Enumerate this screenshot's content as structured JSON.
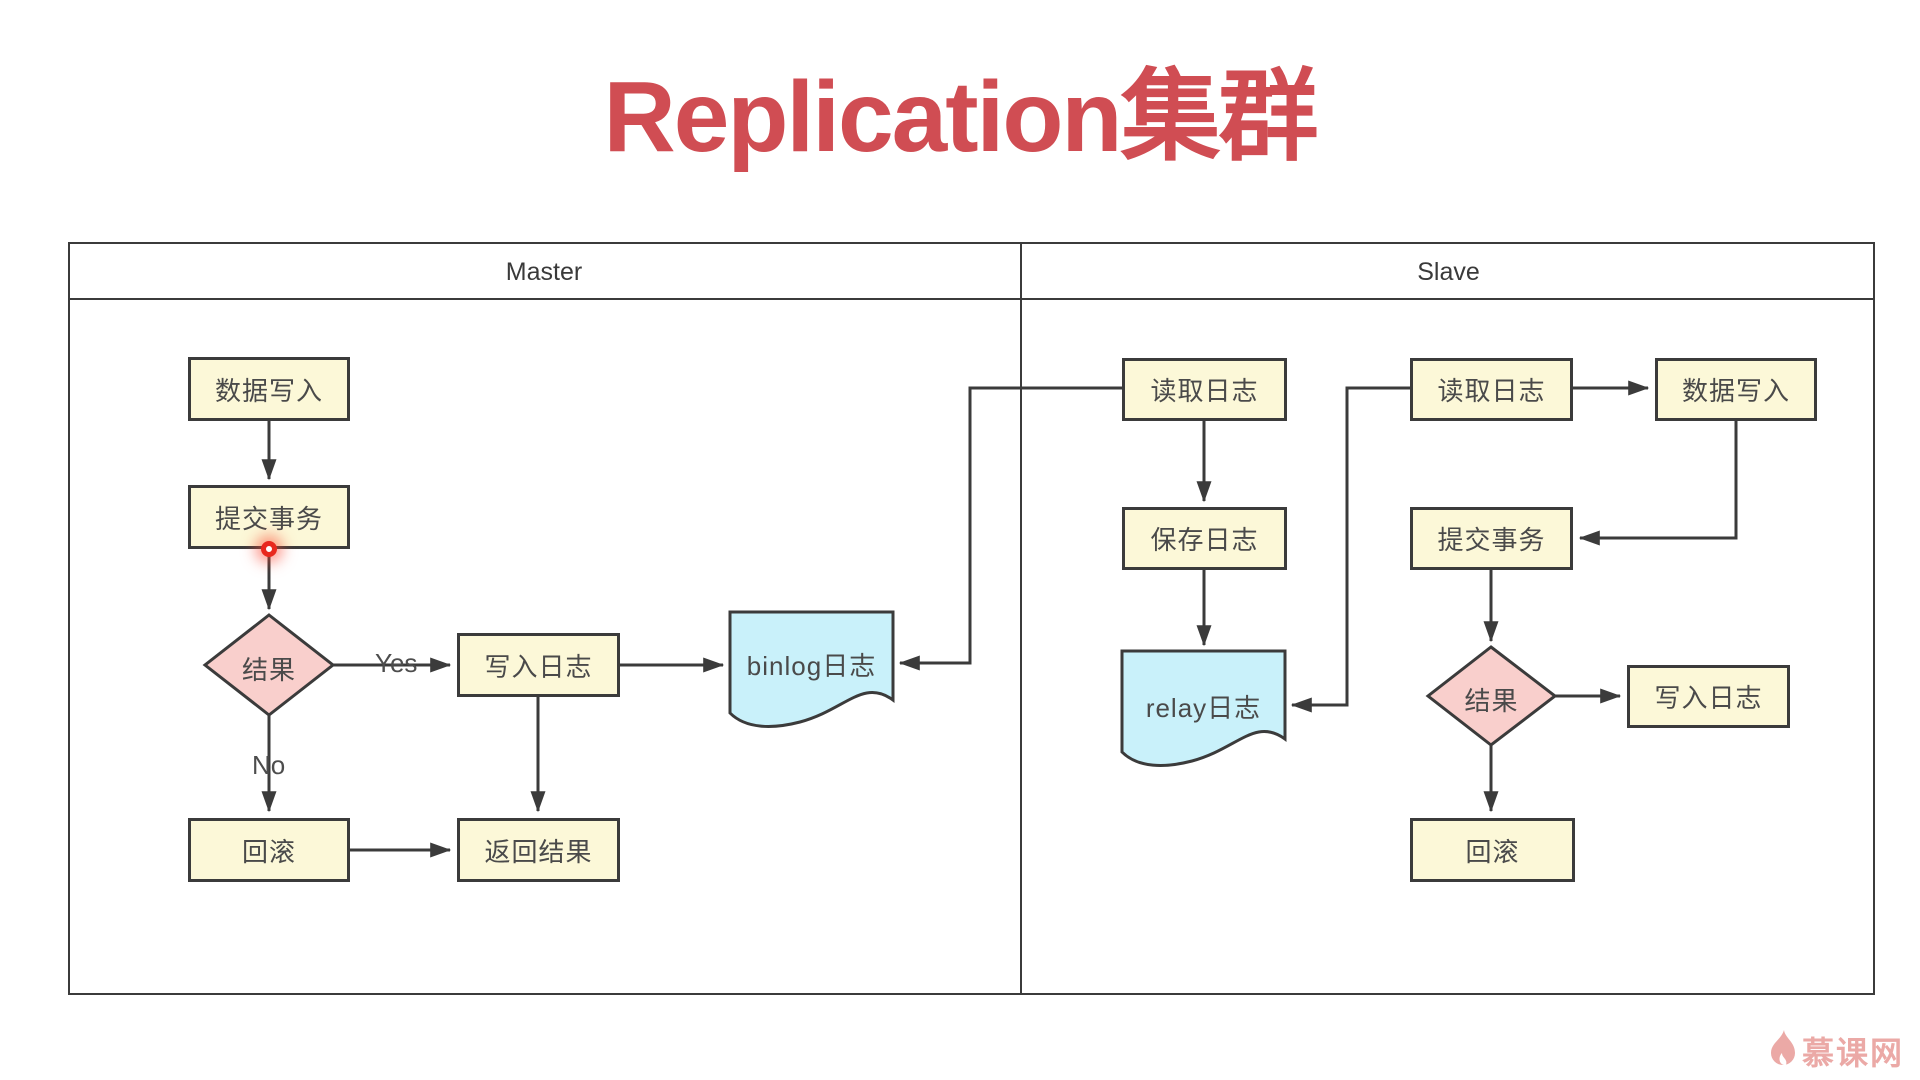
{
  "title": "Replication集群",
  "colors": {
    "title": "#d04d53",
    "process_fill": "#fcf8d8",
    "decision_fill": "#f9cfcc",
    "document_fill": "#c9f1fa",
    "border": "#3b3b3b",
    "watermark": "#eba9a6",
    "cursor_dot": "#e8281e"
  },
  "header": {
    "master": "Master",
    "slave": "Slave"
  },
  "master": {
    "nodes": {
      "data_write": "数据写入",
      "commit_tx": "提交事务",
      "result": "结果",
      "write_log": "写入日志",
      "rollback": "回滚",
      "return_result": "返回结果",
      "binlog": "binlog日志"
    },
    "edges": {
      "yes": "Yes",
      "no": "No"
    }
  },
  "slave": {
    "nodes": {
      "read_log_1": "读取日志",
      "save_log": "保存日志",
      "relay_log": "relay日志",
      "read_log_2": "读取日志",
      "data_write": "数据写入",
      "commit_tx": "提交事务",
      "result": "结果",
      "write_log": "写入日志",
      "rollback": "回滚"
    }
  },
  "watermark": {
    "text": "慕课网"
  }
}
